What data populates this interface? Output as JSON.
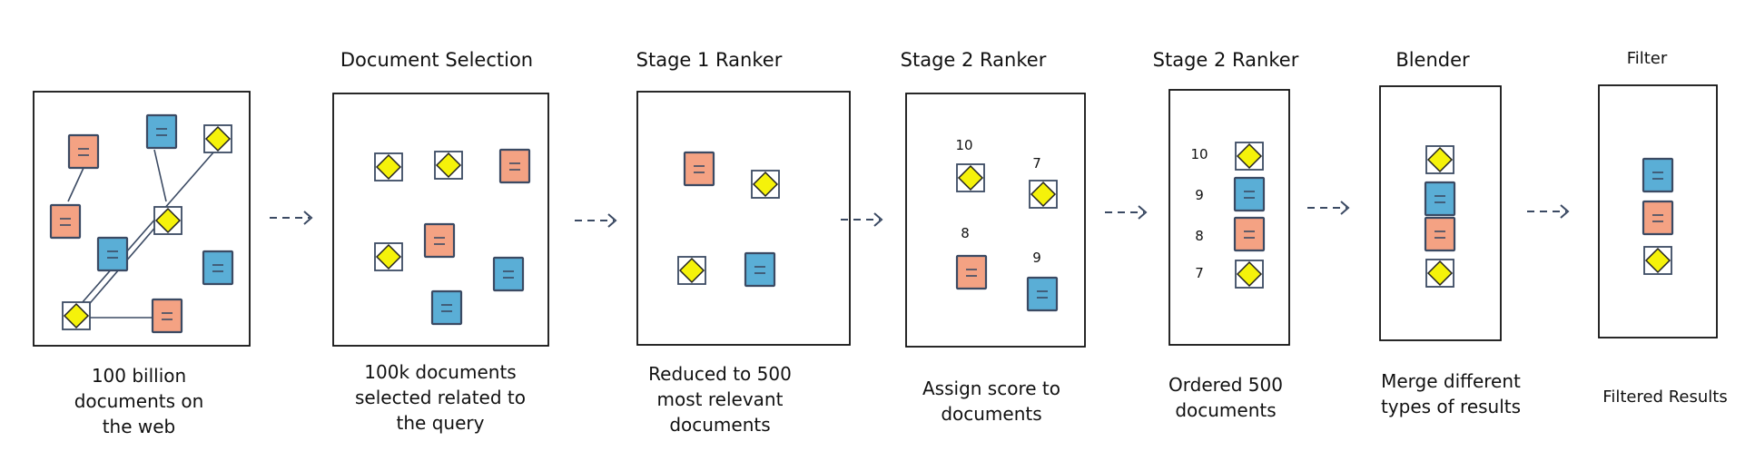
{
  "colors": {
    "doc_orange": "#f4a283",
    "doc_blue": "#5aaed6",
    "doc_yellow": "#f5f20a",
    "stroke": "#3b4a63",
    "frame": "#111111",
    "arrow": "#3b4a63"
  },
  "icons": {
    "orange_doc": "document-orange-icon",
    "blue_doc": "document-blue-icon",
    "yellow_doc": "document-diamond-icon",
    "arrow": "dashed-arrow-icon"
  },
  "stages": [
    {
      "title": "",
      "caption": "100 billion\ndocuments on\nthe web"
    },
    {
      "title": "Document Selection",
      "caption": "100k documents\nselected related to\nthe query"
    },
    {
      "title": "Stage 1 Ranker",
      "caption": "Reduced to 500\nmost relevant\ndocuments"
    },
    {
      "title": "Stage 2 Ranker",
      "caption": "Assign score to\ndocuments",
      "scores": [
        "10",
        "7",
        "8",
        "9"
      ]
    },
    {
      "title": "Stage 2 Ranker",
      "caption": "Ordered 500\ndocuments",
      "scores": [
        "10",
        "9",
        "8",
        "7"
      ]
    },
    {
      "title": "Blender",
      "caption": "Merge different\ntypes of results"
    },
    {
      "title": "Filter",
      "caption": "Filtered Results"
    }
  ]
}
